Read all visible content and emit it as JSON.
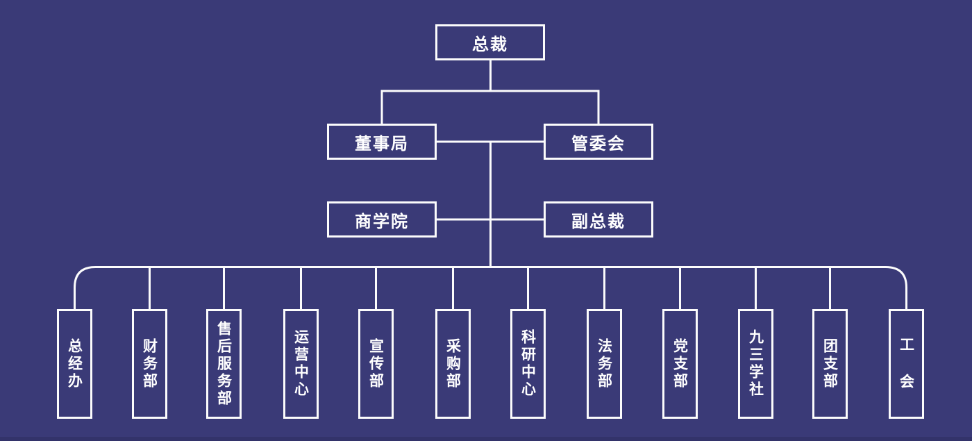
{
  "colors": {
    "background": "#3a3a77",
    "line": "#fcfcfc",
    "text": "#ffffff"
  },
  "org": {
    "root": {
      "label": "总裁"
    },
    "level2": [
      {
        "label": "董事局"
      },
      {
        "label": "管委会"
      }
    ],
    "level3": [
      {
        "label": "商学院"
      },
      {
        "label": "副总裁"
      }
    ],
    "departments": [
      {
        "label": "总经办"
      },
      {
        "label": "财务部"
      },
      {
        "label": "售后服务部"
      },
      {
        "label": "运营中心"
      },
      {
        "label": "宣传部"
      },
      {
        "label": "采购部"
      },
      {
        "label": "科研中心"
      },
      {
        "label": "法务部"
      },
      {
        "label": "党支部"
      },
      {
        "label": "九三学社"
      },
      {
        "label": "团支部"
      },
      {
        "label": "工 会"
      }
    ]
  }
}
